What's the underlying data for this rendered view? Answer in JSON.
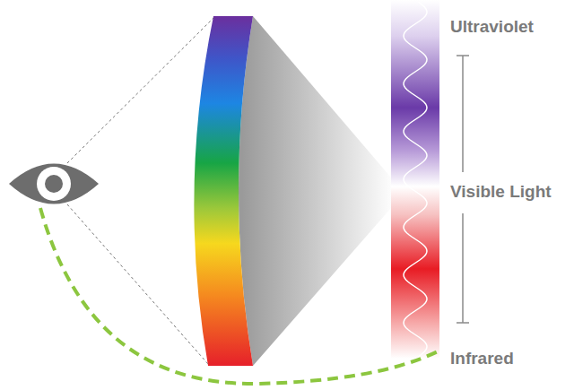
{
  "diagram": {
    "labels": [
      "Ultraviolet",
      "Visible Light",
      "Infrared"
    ]
  }
}
